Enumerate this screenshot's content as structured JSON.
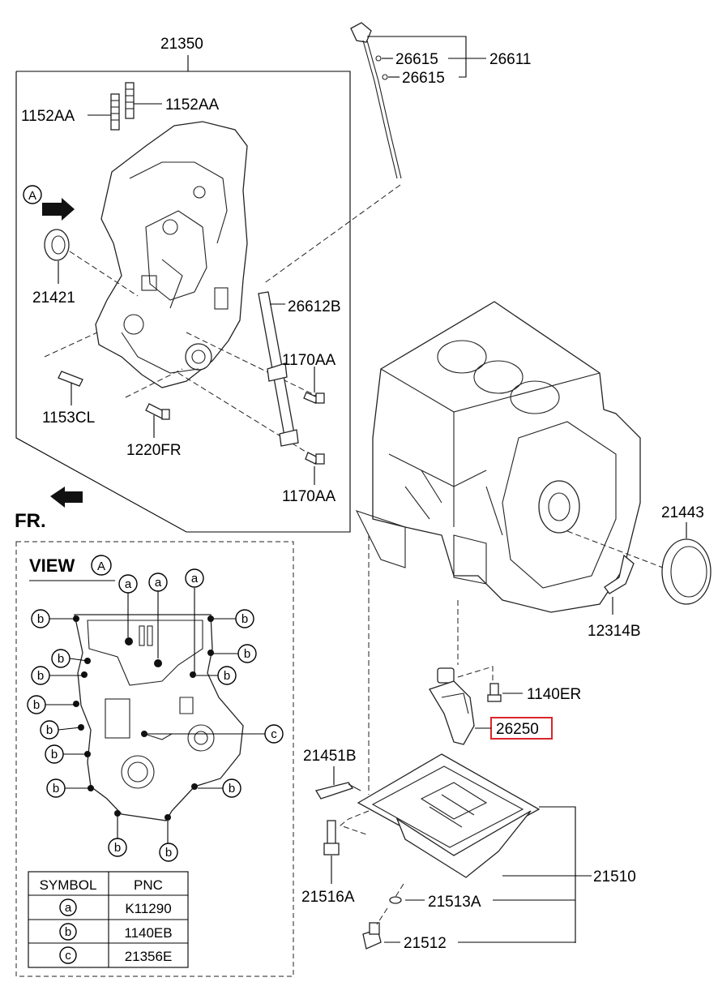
{
  "colors": {
    "highlight": "#d9262b",
    "line": "#222222"
  },
  "labels": {
    "l21350": "21350",
    "l1152aa_left": "1152AA",
    "l1152aa_right": "1152AA",
    "l21421": "21421",
    "l1153cl": "1153CL",
    "l1220fr": "1220FR",
    "l26615_top": "26615",
    "l26615_bottom": "26615",
    "l26611": "26611",
    "l26612b": "26612B",
    "l1170aa_top": "1170AA",
    "l1170aa_bottom": "1170AA",
    "l21443": "21443",
    "l12314b": "12314B",
    "l1140er": "1140ER",
    "l26250": "26250",
    "l21451b": "21451B",
    "l21516a": "21516A",
    "l21510": "21510",
    "l21513a": "21513A",
    "l21512": "21512",
    "fr": "FR.",
    "view_a": "A",
    "view_title": "VIEW",
    "view_circle": "A"
  },
  "symbols": {
    "a": "a",
    "b": "b",
    "c": "c"
  },
  "table": {
    "headers": [
      "SYMBOL",
      "PNC"
    ],
    "rows": [
      {
        "symbol": "a",
        "pnc": "K11290"
      },
      {
        "symbol": "b",
        "pnc": "1140EB"
      },
      {
        "symbol": "c",
        "pnc": "21356E"
      }
    ]
  },
  "icons": [
    "arrow-icon",
    "symbol-circle-icon"
  ]
}
